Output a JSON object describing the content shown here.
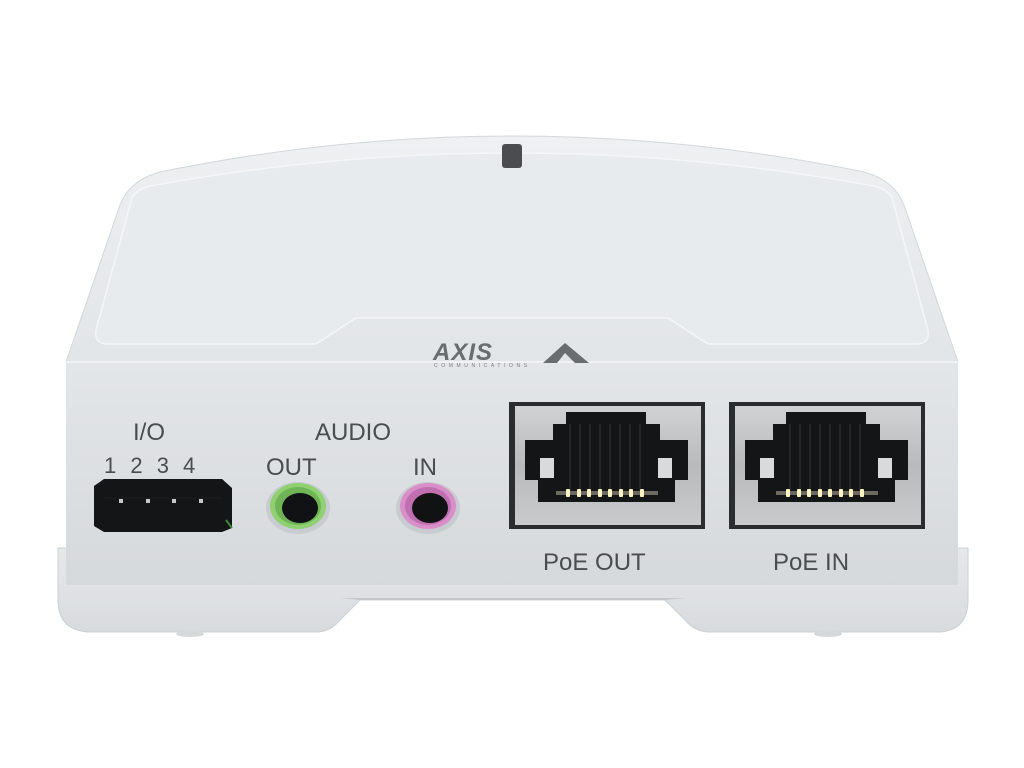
{
  "product": {
    "brand": "AXIS",
    "brand_subtitle": "COMMUNICATIONS",
    "colors": {
      "body": "#e4e7ea",
      "body_shadow": "#c9ccd0",
      "label_text": "#4a4d50",
      "logo": "#6a6d70",
      "audio_out_ring": "#8fd070",
      "audio_in_ring": "#d88fc8",
      "port_black": "#151617",
      "rj45_pin": "#fff3c0"
    }
  },
  "ports": {
    "io": {
      "label": "I/O",
      "pins": "1 2 3 4"
    },
    "audio": {
      "label": "AUDIO",
      "out_label": "OUT",
      "in_label": "IN"
    },
    "poe_out": {
      "label": "PoE OUT"
    },
    "poe_in": {
      "label": "PoE IN"
    }
  }
}
